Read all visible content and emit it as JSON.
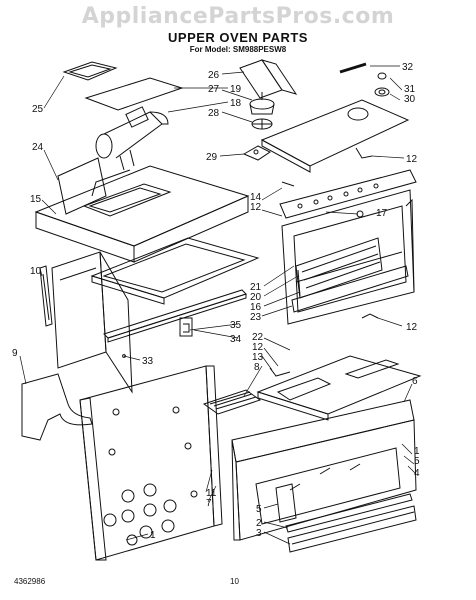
{
  "watermark": "AppliancePartsPros.com",
  "title": "UPPER OVEN PARTS",
  "model_line": "For Model: SM988PESW8",
  "callouts": [
    "1",
    "2",
    "3",
    "4",
    "5",
    "6",
    "7",
    "8",
    "9",
    "10",
    "11",
    "12",
    "13",
    "14",
    "15",
    "16",
    "17",
    "18",
    "19",
    "20",
    "21",
    "22",
    "23",
    "24",
    "25",
    "26",
    "27",
    "28",
    "29",
    "30",
    "31",
    "32",
    "33",
    "34",
    "35"
  ],
  "footer": {
    "doc_number": "4362986",
    "page_number": "10"
  }
}
